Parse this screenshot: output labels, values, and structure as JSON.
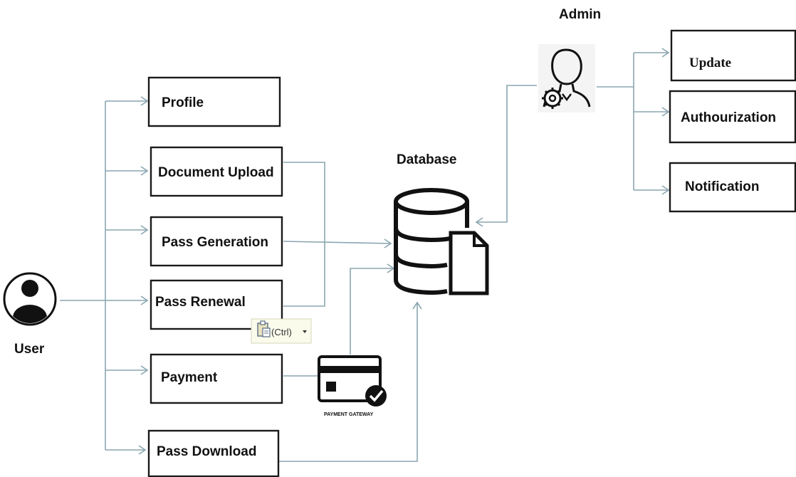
{
  "actors": {
    "user": {
      "label": "User",
      "icon": "user-avatar-icon"
    },
    "admin": {
      "label": "Admin",
      "icon": "admin-gear-user-icon"
    },
    "database": {
      "label": "Database",
      "icon": "database-document-icon"
    }
  },
  "user_modules": [
    {
      "id": "profile",
      "label": "Profile"
    },
    {
      "id": "document-upload",
      "label": "Document Upload"
    },
    {
      "id": "pass-generation",
      "label": "Pass Generation"
    },
    {
      "id": "pass-renewal",
      "label": "Pass Renewal"
    },
    {
      "id": "payment",
      "label": "Payment"
    },
    {
      "id": "pass-download",
      "label": "Pass Download"
    }
  ],
  "admin_modules": [
    {
      "id": "update",
      "label": "Update"
    },
    {
      "id": "authourization",
      "label": "Authourization"
    },
    {
      "id": "notification",
      "label": "Notification"
    }
  ],
  "payment_gateway": {
    "label": "PAYMENT GATEWAY",
    "icon": "credit-card-check-icon"
  },
  "paste_options": {
    "label": "(Ctrl)",
    "icon": "clipboard-icon"
  },
  "colors": {
    "connector": "#8aa6b0",
    "border": "#1a1a1a"
  }
}
